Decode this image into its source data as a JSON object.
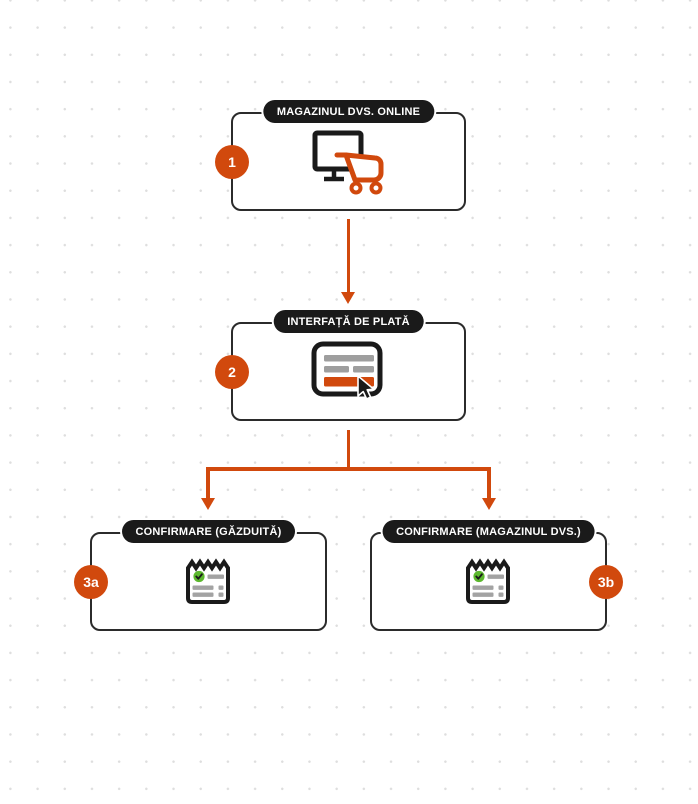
{
  "diagram": {
    "language": "Romanian",
    "nodes": [
      {
        "step": "1",
        "label": "MAGAZINUL DVS. ONLINE",
        "icon": "monitor-shopping-cart-icon",
        "badge_side": "left"
      },
      {
        "step": "2",
        "label": "INTERFAȚĂ DE PLATĂ",
        "icon": "payment-form-cursor-icon",
        "badge_side": "left"
      },
      {
        "step": "3a",
        "label": "CONFIRMARE (GĂZDUITĂ)",
        "icon": "receipt-check-icon",
        "badge_side": "left"
      },
      {
        "step": "3b",
        "label": "CONFIRMARE (MAGAZINUL DVS.)",
        "icon": "receipt-check-icon",
        "badge_side": "right"
      }
    ],
    "edges": [
      {
        "from": "1",
        "to": "2"
      },
      {
        "from": "2",
        "to": "3a"
      },
      {
        "from": "2",
        "to": "3b"
      }
    ],
    "colors": {
      "accent_orange": "#d1490d",
      "pill_background": "#1a1a1a",
      "node_border": "#2b2b2b",
      "icon_gray": "#9e9e9e",
      "check_green": "#5cb82e",
      "background_dot": "#dedede",
      "background": "#ffffff"
    }
  }
}
